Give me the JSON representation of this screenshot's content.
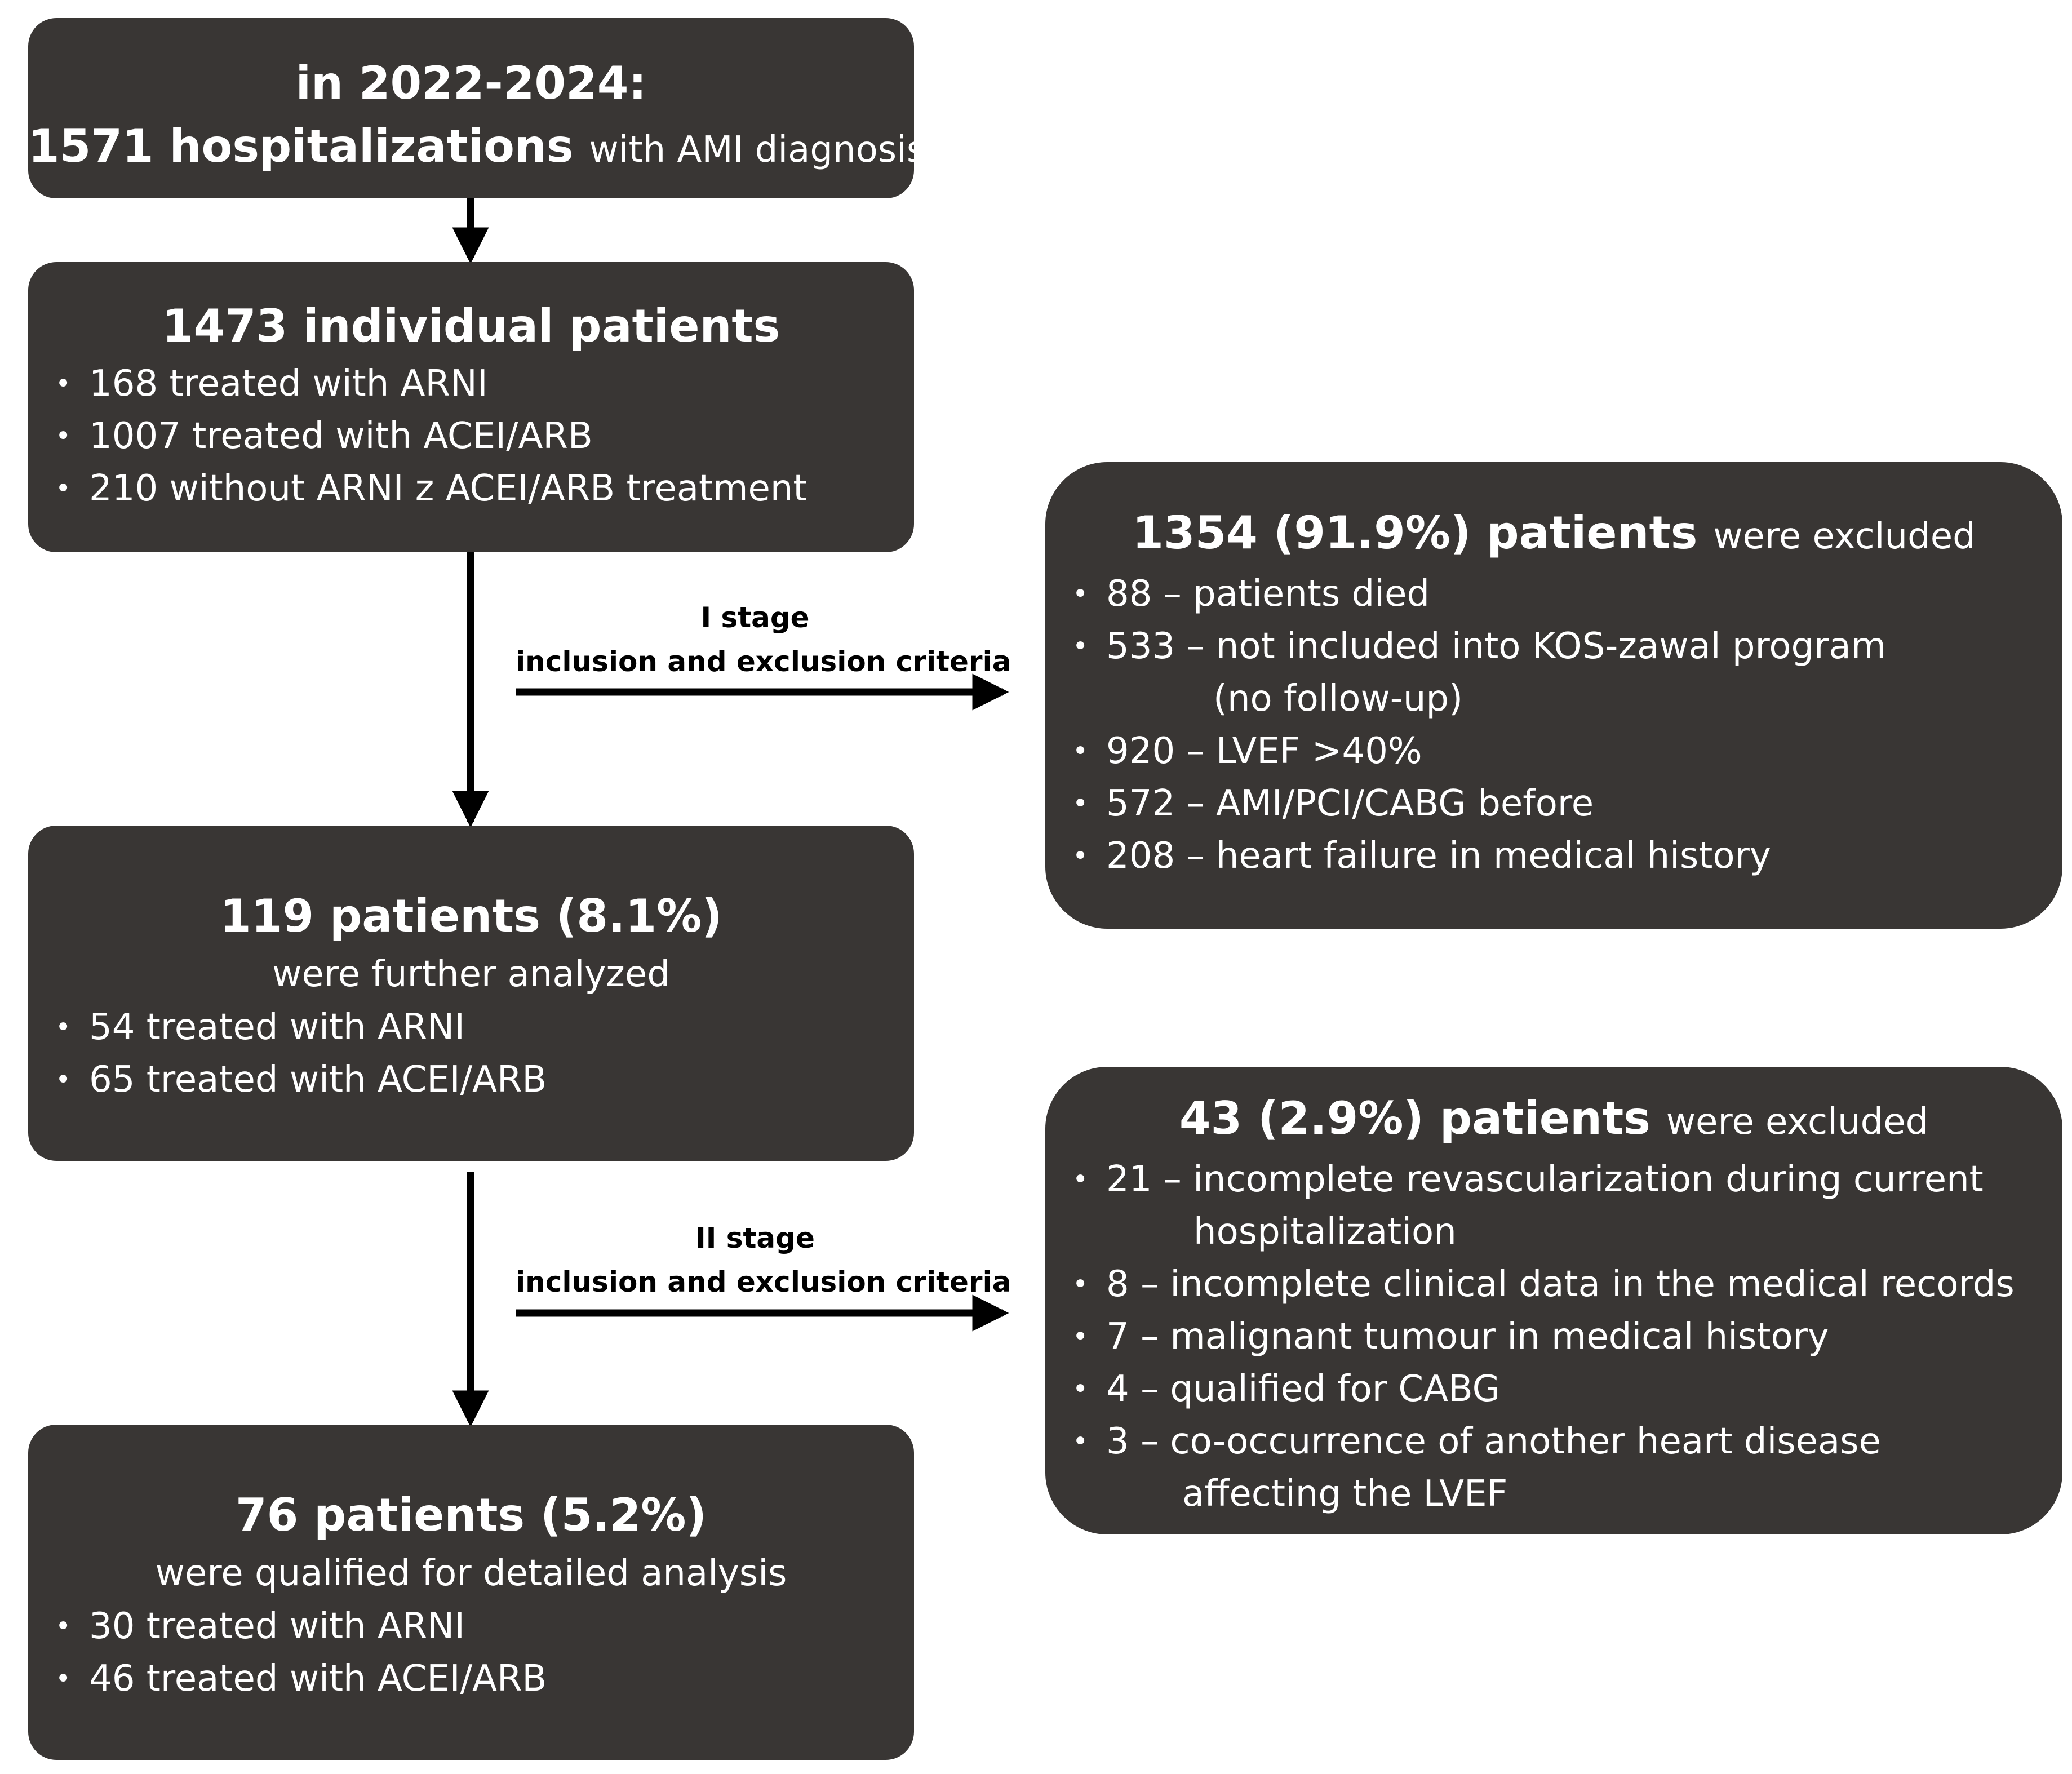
{
  "boxes": {
    "hospitalizations": {
      "line1": "in 2022-2024:",
      "line2_bold": "1571 hospitalizations",
      "line2_rest": "with AMI diagnosis"
    },
    "individual_patients": {
      "title": "1473 individual patients",
      "items": [
        "168 treated with ARNI",
        "1007 treated with ACEI/ARB",
        "210 without ARNI z ACEI/ARB treatment"
      ]
    },
    "further_analyzed": {
      "title": "119 patients (8.1%)",
      "subtitle": "were further analyzed",
      "items": [
        "54 treated with ARNI",
        "65 treated with ACEI/ARB"
      ]
    },
    "qualified": {
      "title": "76 patients (5.2%)",
      "subtitle": "were qualified for detailed analysis",
      "items": [
        "30 treated with ARNI",
        "46 treated with ACEI/ARB"
      ]
    },
    "excluded_stage1": {
      "title_bold": "1354 (91.9%) patients",
      "title_rest": "were excluded",
      "items": [
        {
          "text": "88 – patients died"
        },
        {
          "text": "533 – not included into KOS-zawal program",
          "cont": "(no follow-up)"
        },
        {
          "text": "920 – LVEF >40%"
        },
        {
          "text": "572 – AMI/PCI/CABG before"
        },
        {
          "text": "208 – heart failure in medical history"
        }
      ]
    },
    "excluded_stage2": {
      "title_bold": "43 (2.9%) patients",
      "title_rest": "were excluded",
      "items": [
        {
          "text": "21 – incomplete revascularization during current",
          "cont": "hospitalization"
        },
        {
          "text": "8 – incomplete clinical data in the medical records"
        },
        {
          "text": "7 – malignant tumour in medical history"
        },
        {
          "text": "4 – qualified for CABG"
        },
        {
          "text": "3 – co-occurrence of another heart disease",
          "cont": "affecting the LVEF"
        }
      ]
    }
  },
  "stages": {
    "stage1": {
      "line1": "I stage",
      "line2": "inclusion and exclusion criteria"
    },
    "stage2": {
      "line1": "II stage",
      "line2": "inclusion and exclusion criteria"
    }
  },
  "bullet_char": "•",
  "colors": {
    "box_bg": "#393634",
    "text": "#ffffff",
    "arrow": "#000000"
  }
}
